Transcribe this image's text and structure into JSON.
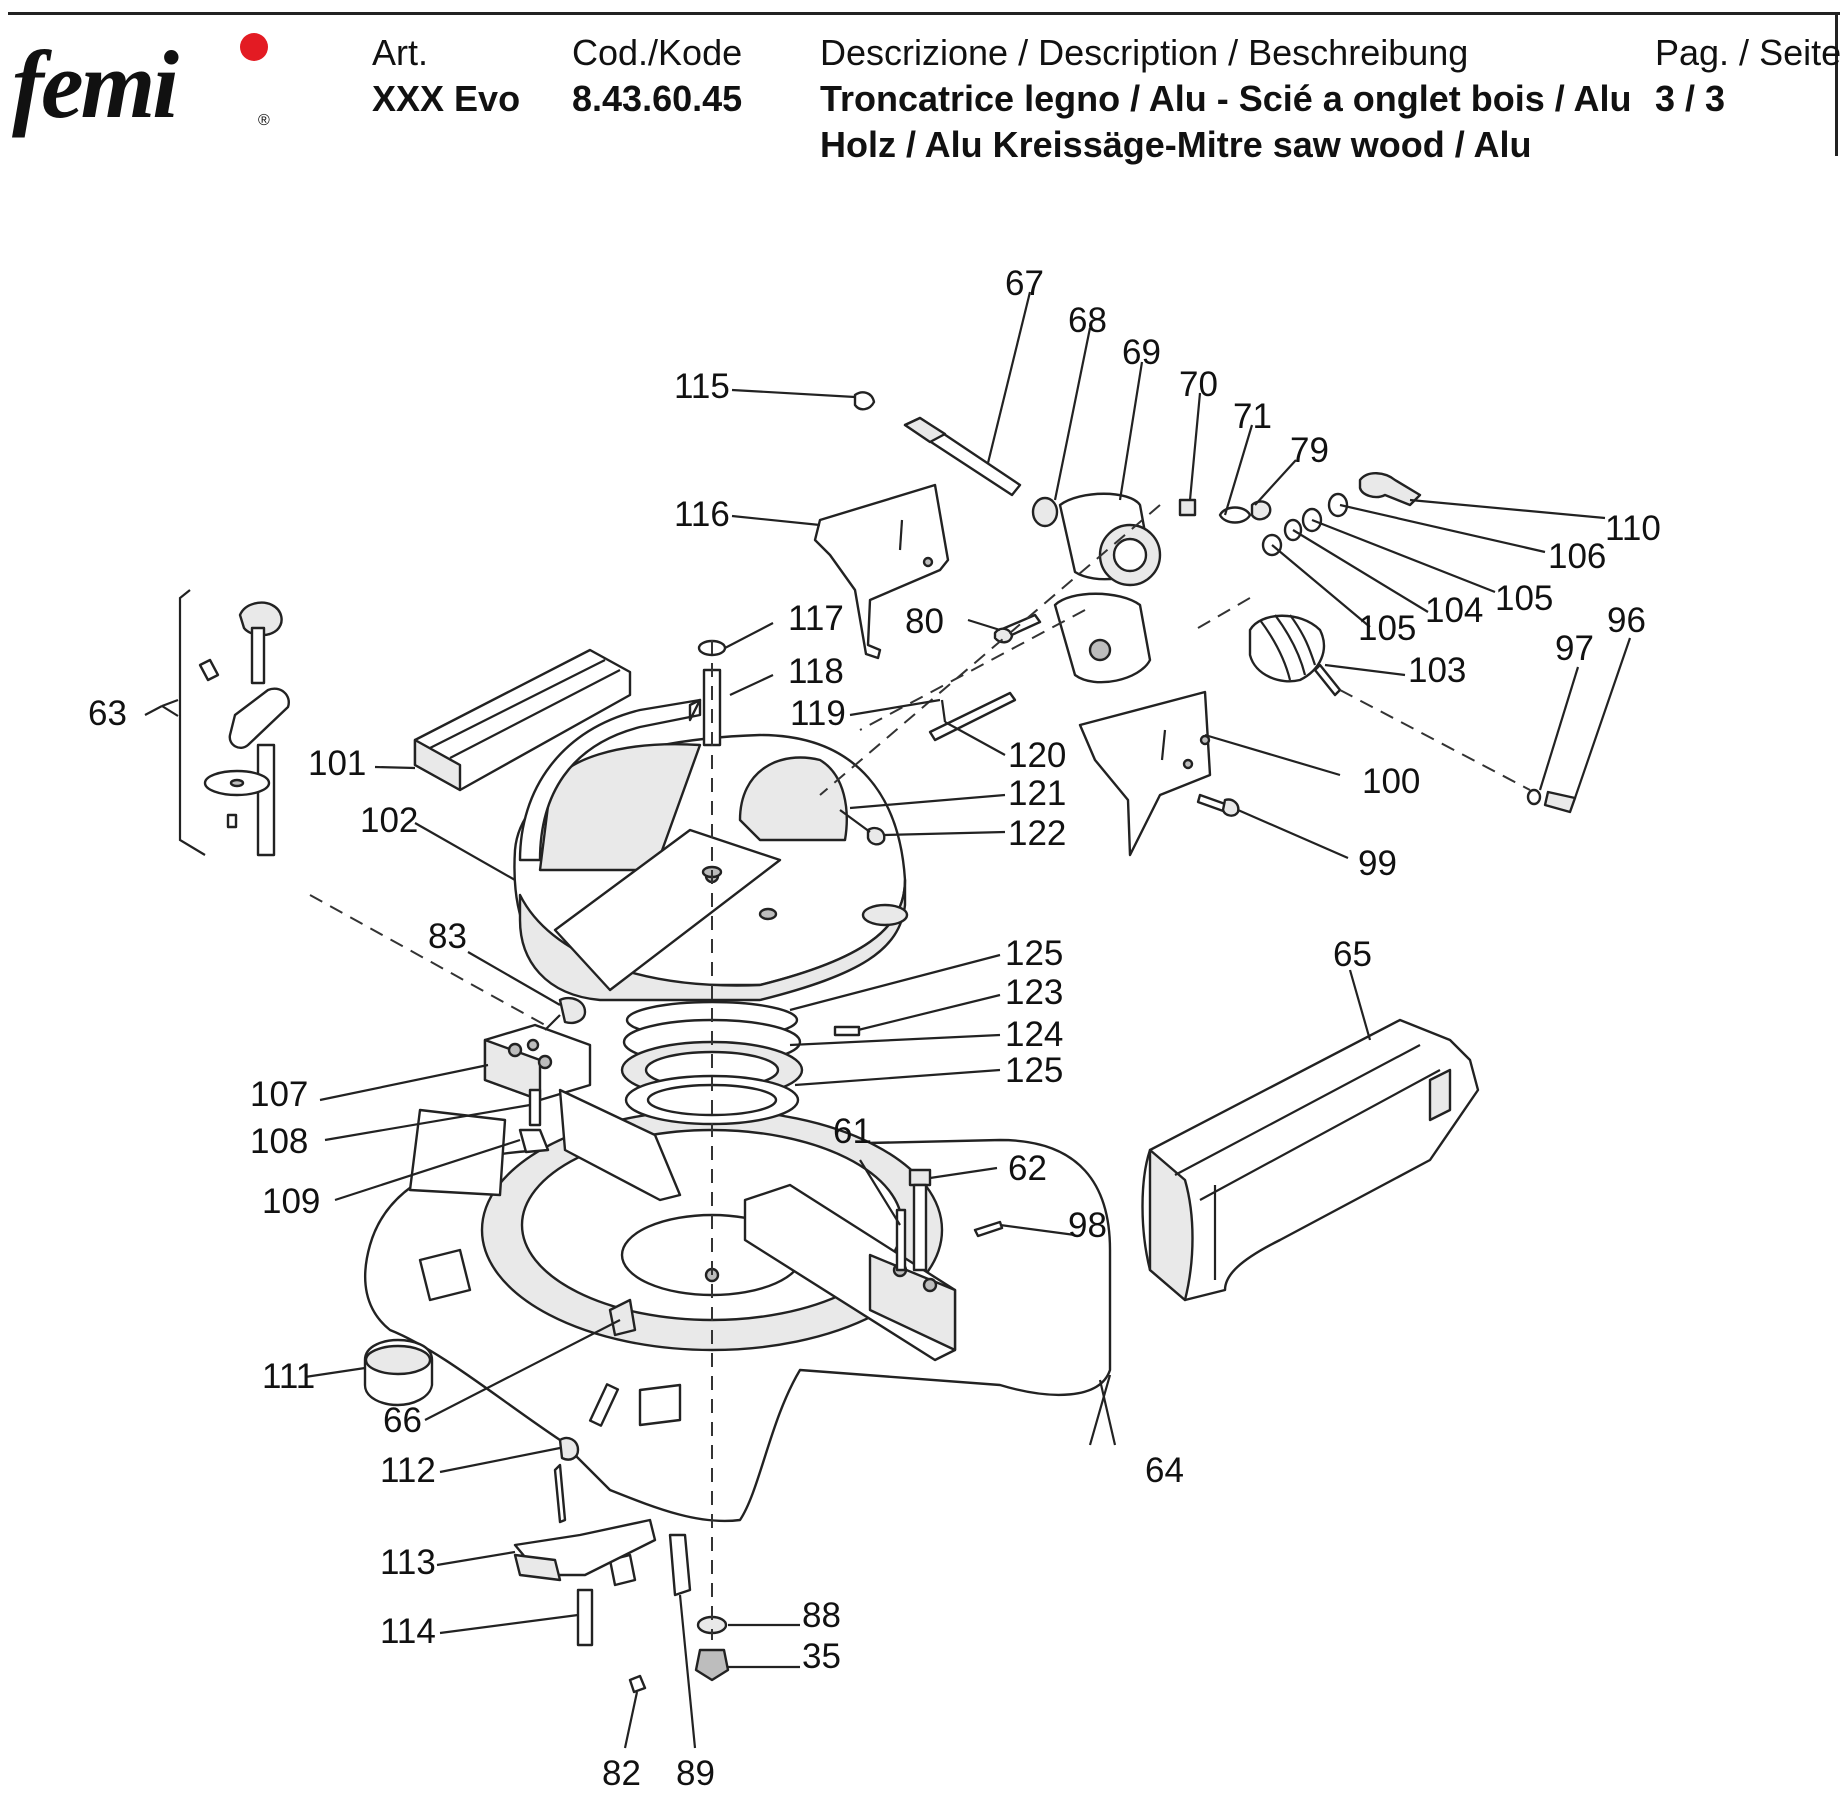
{
  "header": {
    "logo_text": "femi",
    "logo_reg": "®",
    "art_label": "Art.",
    "art_value": "XXX Evo",
    "code_label": "Cod./Kode",
    "code_value": "8.43.60.45",
    "desc_label": "Descrizione / Description / Beschreibung",
    "desc_line1": "Troncatrice legno / Alu - Scié a onglet bois / Alu",
    "desc_line2": "Holz / Alu Kreissäge-Mitre saw wood / Alu",
    "page_label": "Pag. / Seite",
    "page_value": "3 / 3"
  },
  "colors": {
    "logo_dot": "#e31b23",
    "ink": "#111111"
  },
  "parts": [
    "67",
    "68",
    "69",
    "70",
    "71",
    "79",
    "115",
    "110",
    "106",
    "105",
    "104",
    "105",
    "116",
    "117",
    "118",
    "119",
    "80",
    "120",
    "121",
    "122",
    "103",
    "97",
    "96",
    "100",
    "99",
    "63",
    "101",
    "102",
    "83",
    "125",
    "123",
    "124",
    "125",
    "65",
    "107",
    "108",
    "109",
    "61",
    "62",
    "98",
    "111",
    "66",
    "112",
    "64",
    "113",
    "114",
    "88",
    "35",
    "82",
    "89"
  ]
}
